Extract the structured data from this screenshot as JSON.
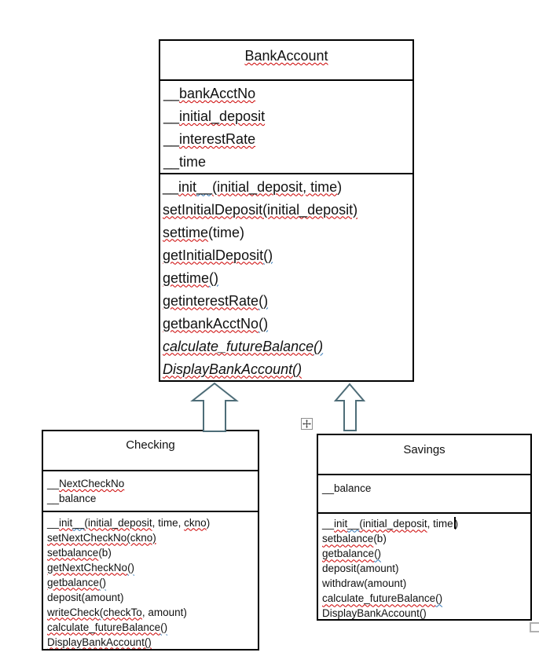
{
  "colors": {
    "squiggle_red": "#cc0000",
    "squiggle_blue": "#2e74b5",
    "arrow_outline": "#4e6d78",
    "box_border": "#000000",
    "text": "#111111",
    "handle_border": "#8f8f8f",
    "resize_border": "#b0b0b0"
  },
  "icons": {
    "move_handle": "move-handle-icon",
    "resize_handle": "table-resize-handle"
  },
  "diagram": {
    "arrows": [
      {
        "from": "Checking",
        "to": "BankAccount",
        "type": "inheritance"
      },
      {
        "from": "Savings",
        "to": "BankAccount",
        "type": "inheritance"
      }
    ]
  },
  "classes": {
    "bankaccount": {
      "title": {
        "text": "BankAccount",
        "squiggle": "red"
      },
      "attributes": [
        {
          "segments": [
            [
              "__",
              "plain"
            ],
            [
              "bankAcctNo",
              "red"
            ]
          ]
        },
        {
          "segments": [
            [
              "__",
              "plain"
            ],
            [
              "initial_deposit",
              "red"
            ]
          ]
        },
        {
          "segments": [
            [
              "__",
              "plain"
            ],
            [
              "interestRate",
              "red"
            ]
          ]
        },
        {
          "segments": [
            [
              "__",
              "plain"
            ],
            [
              "time",
              "plain"
            ]
          ]
        }
      ],
      "methods": [
        {
          "segments": [
            [
              "__",
              "plain"
            ],
            [
              "init",
              "red"
            ],
            [
              "__",
              "blue"
            ],
            [
              "(initial_deposit, time",
              "red"
            ],
            [
              ")",
              "plain"
            ]
          ]
        },
        {
          "segments": [
            [
              "setInitialDeposit(initial_deposit)",
              "red"
            ]
          ]
        },
        {
          "segments": [
            [
              "settime",
              "red"
            ],
            [
              "(time)",
              "plain"
            ]
          ]
        },
        {
          "segments": [
            [
              "getInitialDeposit",
              "red"
            ],
            [
              "()",
              "blue"
            ]
          ]
        },
        {
          "segments": [
            [
              "gettime",
              "red"
            ],
            [
              "()",
              "blue"
            ]
          ]
        },
        {
          "segments": [
            [
              "getinterestRate",
              "red"
            ],
            [
              "()",
              "blue"
            ]
          ]
        },
        {
          "segments": [
            [
              "getbankAcctNo",
              "red"
            ],
            [
              "()",
              "blue"
            ]
          ]
        },
        {
          "italic": true,
          "segments": [
            [
              "calculate_futureBalance",
              "red"
            ],
            [
              "()",
              "blue"
            ]
          ]
        },
        {
          "italic": true,
          "segments": [
            [
              "DisplayBankAccount()",
              "red"
            ]
          ]
        }
      ]
    },
    "checking": {
      "title": {
        "text": "Checking",
        "squiggle": null
      },
      "attributes": [
        {
          "segments": [
            [
              "__",
              "plain"
            ],
            [
              "NextCheckNo",
              "red"
            ]
          ]
        },
        {
          "segments": [
            [
              "__",
              "plain"
            ],
            [
              "balance",
              "plain"
            ]
          ]
        }
      ],
      "methods": [
        {
          "segments": [
            [
              "__",
              "plain"
            ],
            [
              "init",
              "red"
            ],
            [
              "__",
              "blue"
            ],
            [
              "(initial_deposit",
              "red"
            ],
            [
              ", time, ",
              "plain"
            ],
            [
              "ckno",
              "red"
            ],
            [
              ")",
              "plain"
            ]
          ]
        },
        {
          "segments": [
            [
              "setNextCheckNo(ckno)",
              "red"
            ]
          ]
        },
        {
          "segments": [
            [
              "setbalance",
              "red"
            ],
            [
              "(b)",
              "plain"
            ]
          ]
        },
        {
          "segments": [
            [
              "getNextCheckNo",
              "red"
            ],
            [
              "()",
              "blue"
            ]
          ]
        },
        {
          "segments": [
            [
              "getbalance",
              "red"
            ],
            [
              "()",
              "blue"
            ]
          ]
        },
        {
          "segments": [
            [
              "deposit(amount)",
              "plain"
            ]
          ]
        },
        {
          "segments": [
            [
              "writeCheck",
              "red"
            ],
            [
              "(",
              "blue"
            ],
            [
              "checkTo",
              "red"
            ],
            [
              ", amount)",
              "plain"
            ]
          ]
        },
        {
          "segments": [
            [
              "calculate_futureBalance",
              "red"
            ],
            [
              "()",
              "blue"
            ]
          ]
        },
        {
          "segments": [
            [
              "DisplayBankAccount()",
              "red"
            ]
          ]
        }
      ]
    },
    "savings": {
      "title": {
        "text": "Savings",
        "squiggle": null
      },
      "attributes": [
        {
          "segments": [
            [
              "__",
              "plain"
            ],
            [
              "balance",
              "plain"
            ]
          ]
        }
      ],
      "methods": [
        {
          "segments": [
            [
              "__",
              "plain"
            ],
            [
              "init",
              "red"
            ],
            [
              "__",
              "blue"
            ],
            [
              "(initial_deposit",
              "red"
            ],
            [
              ", time",
              "plain"
            ],
            [
              "CARET",
              "caret"
            ],
            [
              ")",
              "plain"
            ]
          ]
        },
        {
          "segments": [
            [
              "setbalance",
              "red"
            ],
            [
              "(b)",
              "plain"
            ]
          ]
        },
        {
          "segments": [
            [
              "getbalance",
              "red"
            ],
            [
              "()",
              "blue"
            ]
          ]
        },
        {
          "segments": [
            [
              "deposit(amount)",
              "plain"
            ]
          ]
        },
        {
          "segments": [
            [
              "withdraw(amount)",
              "plain"
            ]
          ]
        },
        {
          "segments": [
            [
              "calculate_futureBalance",
              "red"
            ],
            [
              "()",
              "blue"
            ]
          ]
        },
        {
          "segments": [
            [
              "DisplayBankAccount()",
              "red"
            ]
          ]
        }
      ]
    }
  }
}
